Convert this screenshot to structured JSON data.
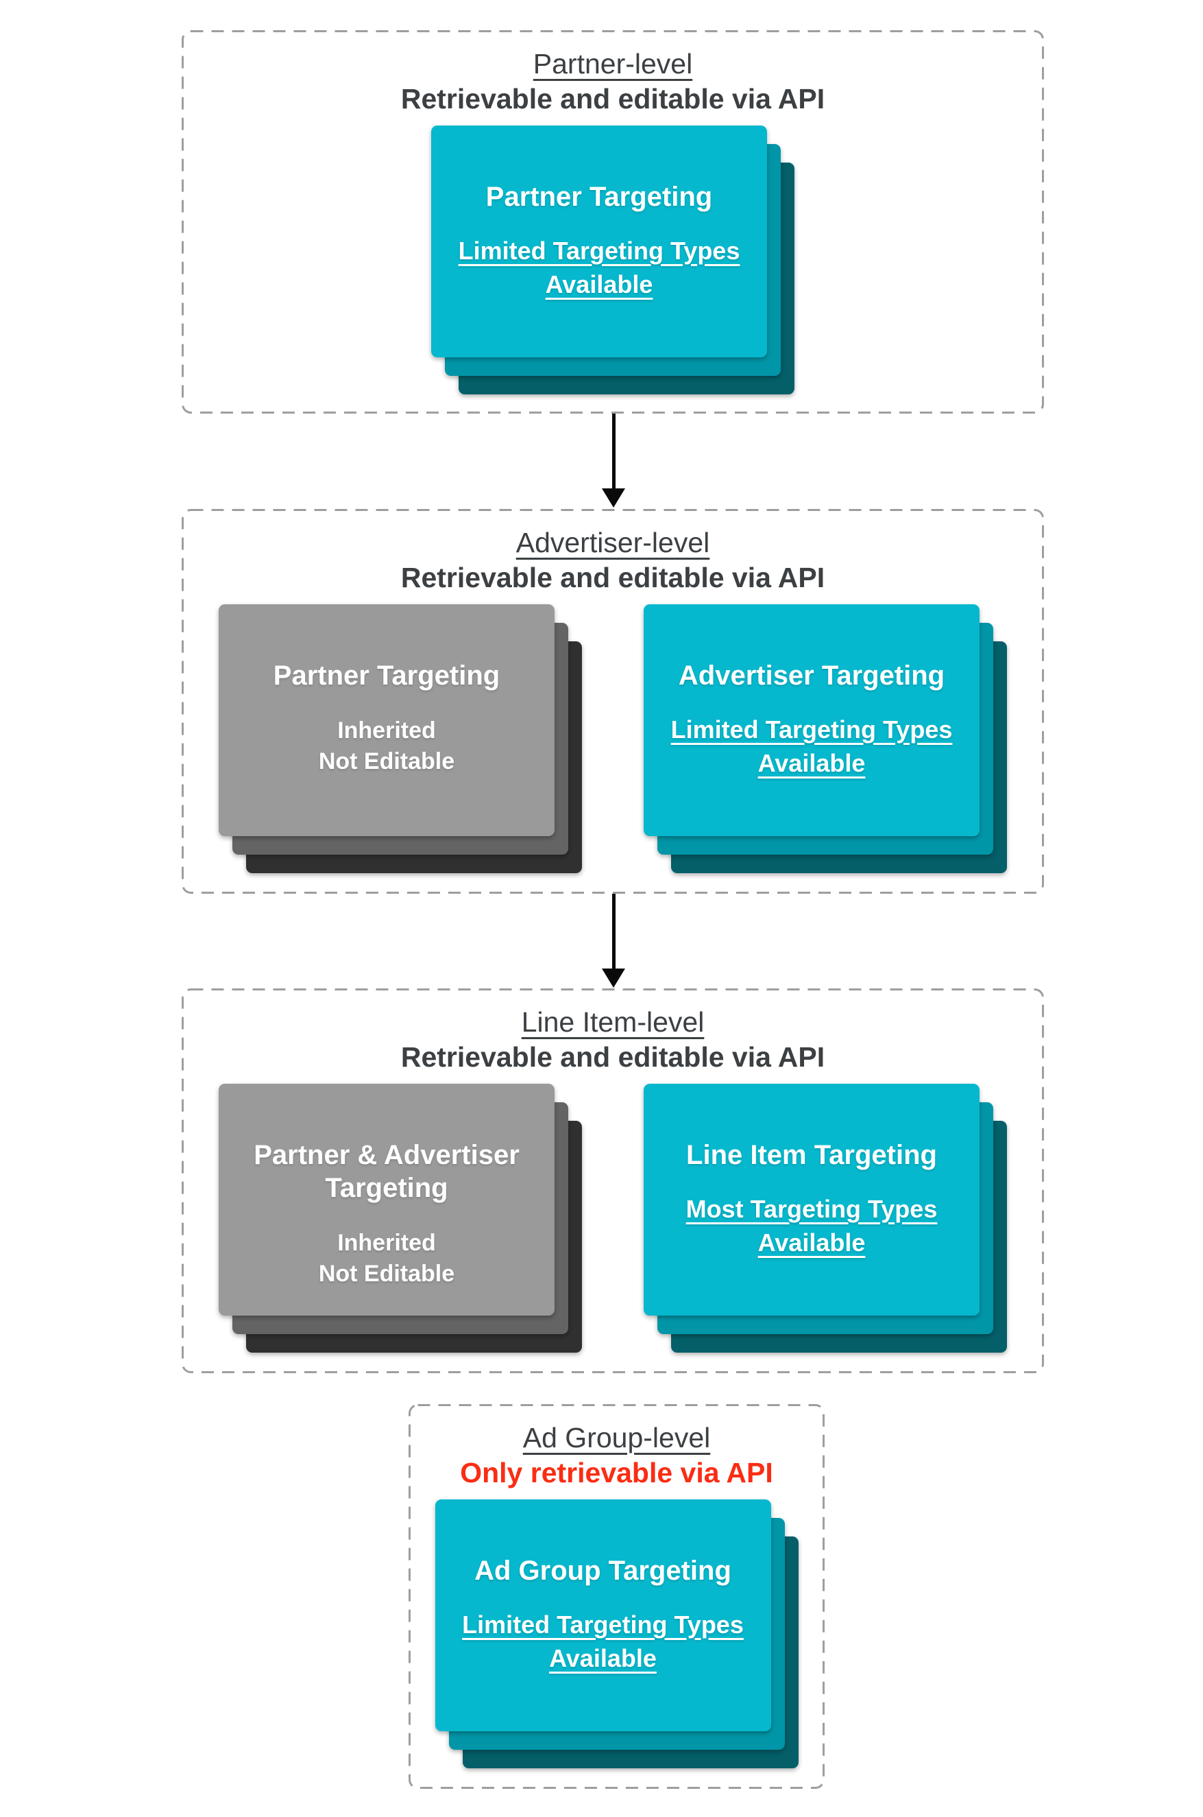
{
  "diagram": {
    "sections": [
      {
        "title": "Partner-level",
        "subtitle": "Retrievable and editable via API",
        "cards": [
          {
            "title": "Partner Targeting",
            "body": [
              "Limited Targeting Types",
              "Available"
            ]
          }
        ]
      },
      {
        "title": "Advertiser-level",
        "subtitle": "Retrievable and editable via API",
        "cards": [
          {
            "title": "Partner Targeting",
            "body": [
              "Inherited",
              "Not Editable"
            ]
          },
          {
            "title": "Advertiser Targeting",
            "body": [
              "Limited Targeting Types",
              "Available"
            ]
          }
        ]
      },
      {
        "title": "Line Item-level",
        "subtitle": "Retrievable and editable via API",
        "cards": [
          {
            "title": "Partner & Advertiser Targeting",
            "body": [
              "Inherited",
              "Not Editable"
            ]
          },
          {
            "title": "Line Item Targeting",
            "body": [
              "Most Targeting Types",
              "Available"
            ]
          }
        ]
      },
      {
        "title": "Ad Group-level",
        "subtitle": "Only retrievable via API",
        "cards": [
          {
            "title": "Ad Group Targeting",
            "body": [
              "Limited Targeting Types",
              "Available"
            ]
          }
        ]
      }
    ],
    "colors": {
      "teal_card": "#06b8cd",
      "teal_back_layer_1": "#0096a8",
      "teal_back_layer_2": "#045f69",
      "gray_card": "#9a9a9a",
      "gray_back_layer_1": "#646464",
      "gray_back_layer_2": "#303030",
      "heading_text": "#3c4043",
      "alert_red": "#fa2d14",
      "dashed_border": "#9e9e9e",
      "arrow": "#0a0a0a",
      "card_text": "#ffffff"
    }
  }
}
